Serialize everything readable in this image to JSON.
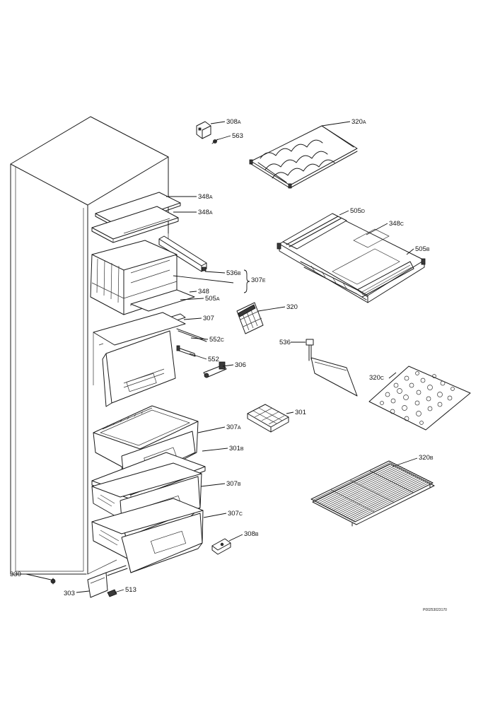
{
  "labels": {
    "l_308a": {
      "num": "308",
      "suffix": "A"
    },
    "l_563": {
      "num": "563",
      "suffix": ""
    },
    "l_320a": {
      "num": "320",
      "suffix": "A"
    },
    "l_348a_1": {
      "num": "348",
      "suffix": "A"
    },
    "l_348a_2": {
      "num": "348",
      "suffix": "A"
    },
    "l_505d": {
      "num": "505",
      "suffix": "D"
    },
    "l_348c": {
      "num": "348",
      "suffix": "C"
    },
    "l_505b": {
      "num": "505",
      "suffix": "B"
    },
    "l_536b": {
      "num": "536",
      "suffix": "B"
    },
    "l_307e": {
      "num": "307",
      "suffix": "E"
    },
    "l_348": {
      "num": "348",
      "suffix": ""
    },
    "l_505a": {
      "num": "505",
      "suffix": "A"
    },
    "l_320": {
      "num": "320",
      "suffix": ""
    },
    "l_307": {
      "num": "307",
      "suffix": ""
    },
    "l_552c": {
      "num": "552",
      "suffix": "C"
    },
    "l_536": {
      "num": "536",
      "suffix": ""
    },
    "l_552": {
      "num": "552",
      "suffix": ""
    },
    "l_306": {
      "num": "306",
      "suffix": ""
    },
    "l_320c": {
      "num": "320",
      "suffix": "C"
    },
    "l_301": {
      "num": "301",
      "suffix": ""
    },
    "l_307a": {
      "num": "307",
      "suffix": "A"
    },
    "l_301b": {
      "num": "301",
      "suffix": "B"
    },
    "l_320b": {
      "num": "320",
      "suffix": "B"
    },
    "l_307b": {
      "num": "307",
      "suffix": "B"
    },
    "l_307c": {
      "num": "307",
      "suffix": "C"
    },
    "l_308b": {
      "num": "308",
      "suffix": "B"
    },
    "l_330": {
      "num": "330",
      "suffix": ""
    },
    "l_513": {
      "num": "513",
      "suffix": ""
    },
    "l_303": {
      "num": "303",
      "suffix": ""
    }
  },
  "drawing_code": "P00253023170"
}
